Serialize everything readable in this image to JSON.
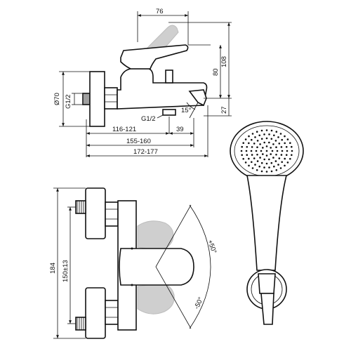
{
  "side_view": {
    "dim_width_top": "76",
    "dim_lever_height": "80",
    "dim_total_height": "108",
    "dim_spout_offset": "27",
    "dim_wall_diameter": "Ø70",
    "dim_inlet_thread": "G1/2",
    "dim_outlet_thread": "G1/2",
    "dim_angle": "15°",
    "dim_outlet_inner": "39",
    "dim_depth_1": "116-121",
    "dim_depth_2": "155-160",
    "dim_depth_3": "172-177"
  },
  "front_view": {
    "dim_height_total": "184",
    "dim_centers": "150±13",
    "dim_angle_up": "+50°",
    "dim_angle_down": "-50°"
  },
  "colors": {
    "line": "#111111",
    "ghost": "#cfcfcf"
  }
}
